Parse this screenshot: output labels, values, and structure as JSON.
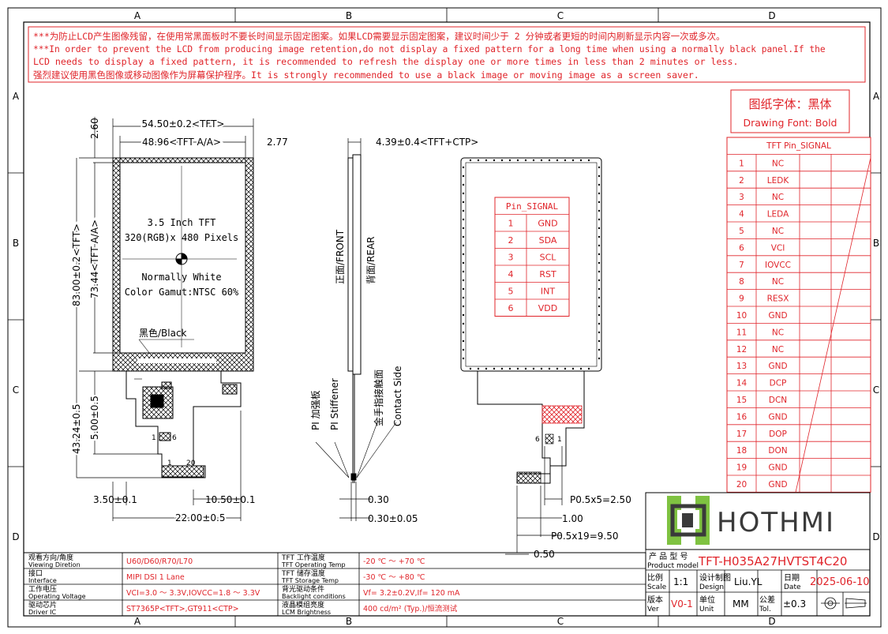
{
  "zones": {
    "cols": [
      "A",
      "B",
      "C",
      "D"
    ],
    "rows": [
      "A",
      "B",
      "C",
      "D"
    ]
  },
  "notice": [
    "***为防止LCD产生图像残留，在使用常黑面板时不要长时间显示固定图案。如果LCD需要显示固定图案，建议时间少于 2 分钟或者更短的时间内刷新显示内容一次或多次。",
    "***In order to prevent the LCD from producing image retention,do not display a fixed pattern for a long time when using a normally black panel.If the",
    " LCD needs to display a fixed pattern, it is recommended to refresh the display one or more times in less than 2 minutes or less.",
    "强烈建议使用黑色图像或移动图像作为屏幕保护程序。It is strongly recommended to use a black image or moving image as a screen saver."
  ],
  "font_box": {
    "cn": "图纸字体：黑体",
    "en": "Drawing Font: Bold"
  },
  "front": {
    "dims": {
      "width_tft": "54.50±0.2<TFT>",
      "width_aa": "48.96<TFT A/A>",
      "top_gap": "2.60",
      "side_gap": "2.77",
      "height_tft": "83.00±0.2<TFT>",
      "height_aa": "73.44<TFT A/A>",
      "total_height": "43.24±0.5",
      "fpc_len": "5.00±0.5",
      "left_off": "3.50±0.1",
      "tail_w": "10.50±0.1",
      "fpc_w": "22.00±0.5"
    },
    "screen": [
      "3.5 Inch TFT",
      "320(RGB)x 480 Pixels",
      "Normally White",
      "Color Gamut:NTSC 60%"
    ],
    "black_label": "黑色/Black",
    "pins_a": [
      "1",
      "6"
    ],
    "pins_b": [
      "1",
      "20"
    ]
  },
  "side": {
    "thickness": "4.39±0.4<TFT+CTP>",
    "front": "正面/FRONT",
    "rear": "背面/REAR",
    "stiffener": [
      "PI 加强板",
      "PI Stiffener"
    ],
    "contact": [
      "金手指接触面",
      "Contact Side"
    ],
    "d1": "0.30",
    "d2": "0.30±0.05"
  },
  "rear": {
    "pin_table": {
      "title": "Pin_SIGNAL",
      "rows": [
        [
          "1",
          "GND"
        ],
        [
          "2",
          "SDA"
        ],
        [
          "3",
          "SCL"
        ],
        [
          "4",
          "RST"
        ],
        [
          "5",
          "INT"
        ],
        [
          "6",
          "VDD"
        ]
      ]
    },
    "pin_marks": [
      "6",
      "1"
    ],
    "dims": {
      "p1": "P0.5x5=2.50",
      "p2": "1.00",
      "p3": "P0.5x19=9.50",
      "p4": "0.50"
    }
  },
  "tft_pins": {
    "title": "TFT Pin_SIGNAL",
    "rows": [
      [
        "1",
        "NC"
      ],
      [
        "2",
        "LEDK"
      ],
      [
        "3",
        "NC"
      ],
      [
        "4",
        "LEDA"
      ],
      [
        "5",
        "NC"
      ],
      [
        "6",
        "VCI"
      ],
      [
        "7",
        "IOVCC"
      ],
      [
        "8",
        "NC"
      ],
      [
        "9",
        "RESX"
      ],
      [
        "10",
        "GND"
      ],
      [
        "11",
        "NC"
      ],
      [
        "12",
        "NC"
      ],
      [
        "13",
        "GND"
      ],
      [
        "14",
        "DCP"
      ],
      [
        "15",
        "DCN"
      ],
      [
        "16",
        "GND"
      ],
      [
        "17",
        "DOP"
      ],
      [
        "18",
        "DON"
      ],
      [
        "19",
        "GND"
      ],
      [
        "20",
        "GND"
      ]
    ]
  },
  "logo": "HOTHMI",
  "specs": [
    {
      "cn": "观看方向/角度",
      "en": "Viewing Diretion",
      "val": "U60/D60/R70/L70"
    },
    {
      "cn": "接口",
      "en": "Interface",
      "val": "MIPI DSI 1 Lane"
    },
    {
      "cn": "工作电压",
      "en": "Operating Voltage",
      "val": "VCI=3.0 ～ 3.3V,IOVCC=1.8 ～ 3.3V"
    },
    {
      "cn": "驱动芯片",
      "en": "Driver IC",
      "val": "ST7365P<TFT>,GT911<CTP>"
    }
  ],
  "specs2": [
    {
      "cn": "TFT 工作温度",
      "en": "TFT Operating Temp",
      "val": "-20 ℃ ～ +70 ℃"
    },
    {
      "cn": "TFT 储存温度",
      "en": "TFT Storage Temp",
      "val": "-30 ℃ ～ +80 ℃"
    },
    {
      "cn": "背光驱动条件",
      "en": "Backlight conditions",
      "val": "Vf= 3.2±0.2V,If= 120 mA"
    },
    {
      "cn": "液晶模组亮度",
      "en": "LCM Brightness",
      "val": "400 cd/m² (Typ.)/恒流测试"
    }
  ],
  "title_block": {
    "product_cn": "产 品 型 号",
    "product_en": "Product model",
    "product": "TFT-H035A27HVTST4C20",
    "scale_cn": "比例",
    "scale_en": "Scale",
    "scale": "1:1",
    "design_cn": "设计制图",
    "design_en": "Design",
    "design": "Liu.YL",
    "date_cn": "日期",
    "date_en": "Date",
    "date": "2025-06-10",
    "ver_cn": "版本",
    "ver_en": "Ver",
    "ver": "V0-1",
    "unit_cn": "单位",
    "unit_en": "Unit",
    "unit": "MM",
    "tol_cn": "公差",
    "tol_en": "Tol.",
    "tol": "±0.3"
  },
  "colors": {
    "red": "#e0242a",
    "logo_green": "#7fc241",
    "logo_dark": "#3a3a3a"
  }
}
